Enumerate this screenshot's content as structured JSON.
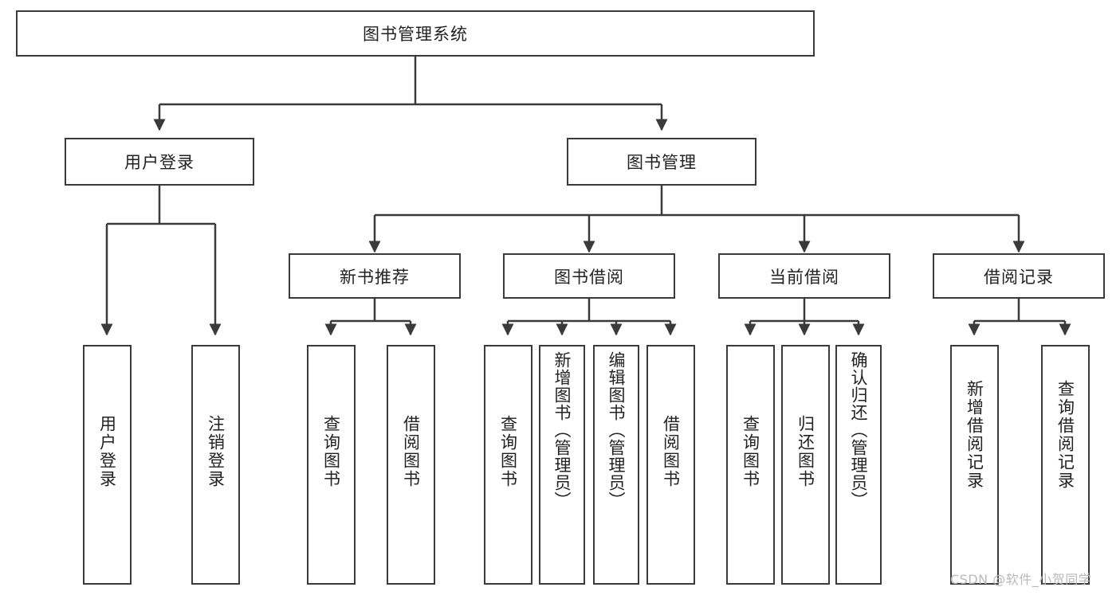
{
  "diagram": {
    "title": "图书管理系统",
    "type": "tree",
    "root": {
      "label": "图书管理系统"
    },
    "level1": [
      {
        "label": "用户登录"
      },
      {
        "label": "图书管理"
      }
    ],
    "level2": [
      {
        "label": "新书推荐"
      },
      {
        "label": "图书借阅"
      },
      {
        "label": "当前借阅"
      },
      {
        "label": "借阅记录"
      }
    ],
    "leaves": {
      "user_login": [
        {
          "label": "用户登录"
        },
        {
          "label": "注销登录"
        }
      ],
      "new_book": [
        {
          "label": "查询图书"
        },
        {
          "label": "借阅图书"
        }
      ],
      "book_borrow": [
        {
          "label": "查询图书"
        },
        {
          "label": "新增图书（管理员）"
        },
        {
          "label": "编辑图书（管理员）"
        },
        {
          "label": "借阅图书"
        }
      ],
      "current_borrow": [
        {
          "label": "查询图书"
        },
        {
          "label": "归还图书"
        },
        {
          "label": "确认归还（管理员）"
        }
      ],
      "borrow_record": [
        {
          "label": "新增借阅记录"
        },
        {
          "label": "查询借阅记录"
        }
      ]
    }
  },
  "watermark": {
    "text": "CSDN @软件_小贺同学"
  },
  "colors": {
    "border": "#3a3a3a",
    "text": "#222222",
    "background": "#ffffff",
    "watermark": "#b9b9b9"
  }
}
